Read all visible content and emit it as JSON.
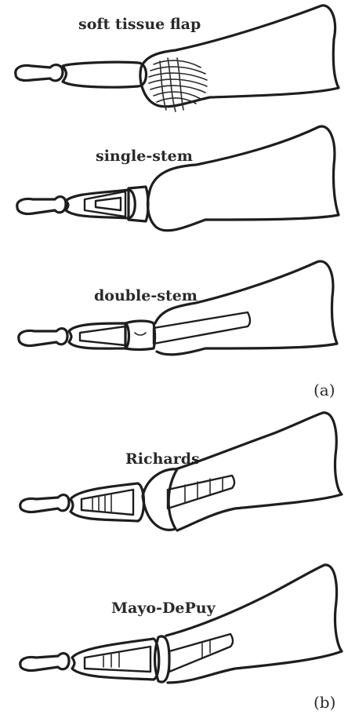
{
  "panel_a": {
    "label_soft": "soft tissue flap",
    "label_single": "single-stem",
    "label_double": "double-stem",
    "tag": "(a)"
  },
  "panel_b": {
    "label_richards": "Richards",
    "label_mayo": "Mayo-DePuy",
    "tag": "(b)"
  }
}
